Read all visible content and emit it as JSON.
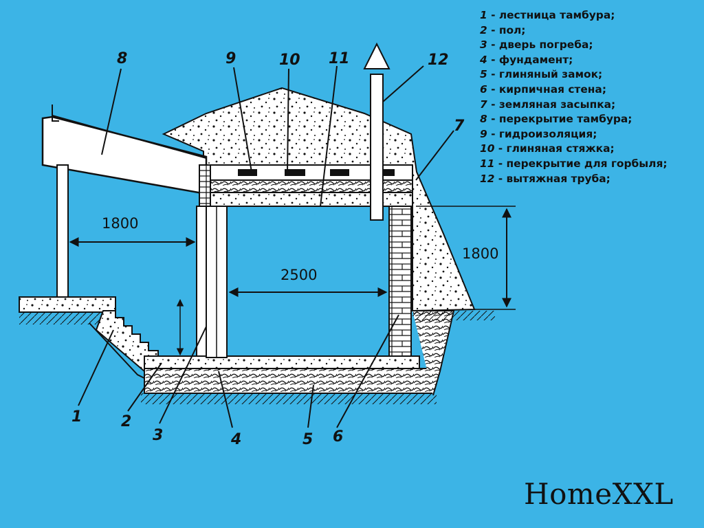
{
  "legend": [
    {
      "num": "1",
      "text": "- лестница тамбура;"
    },
    {
      "num": "2",
      "text": "- пол;"
    },
    {
      "num": "3",
      "text": "- дверь погреба;"
    },
    {
      "num": "4",
      "text": "- фундамент;"
    },
    {
      "num": "5",
      "text": "- глиняный замок;"
    },
    {
      "num": "6",
      "text": "- кирпичная стена;"
    },
    {
      "num": "7",
      "text": "- земляная засыпка;"
    },
    {
      "num": "8",
      "text": "- перекрытие тамбура;"
    },
    {
      "num": "9",
      "text": "- гидроизоляция;"
    },
    {
      "num": "10",
      "text": "- глиняная стяжка;"
    },
    {
      "num": "11",
      "text": "- перекрытие для горбыля;"
    },
    {
      "num": "12",
      "text": "- вытяжная труба;"
    }
  ],
  "dimensions": {
    "vestibule_width": "1800",
    "cellar_width": "2500",
    "cellar_height": "1800"
  },
  "callouts": [
    "1",
    "2",
    "3",
    "4",
    "5",
    "6",
    "7",
    "8",
    "9",
    "10",
    "11",
    "12"
  ],
  "brand": "HomeXXL",
  "colors": {
    "background": "#3cb4e6",
    "line": "#111111",
    "fill": "#ffffff"
  }
}
